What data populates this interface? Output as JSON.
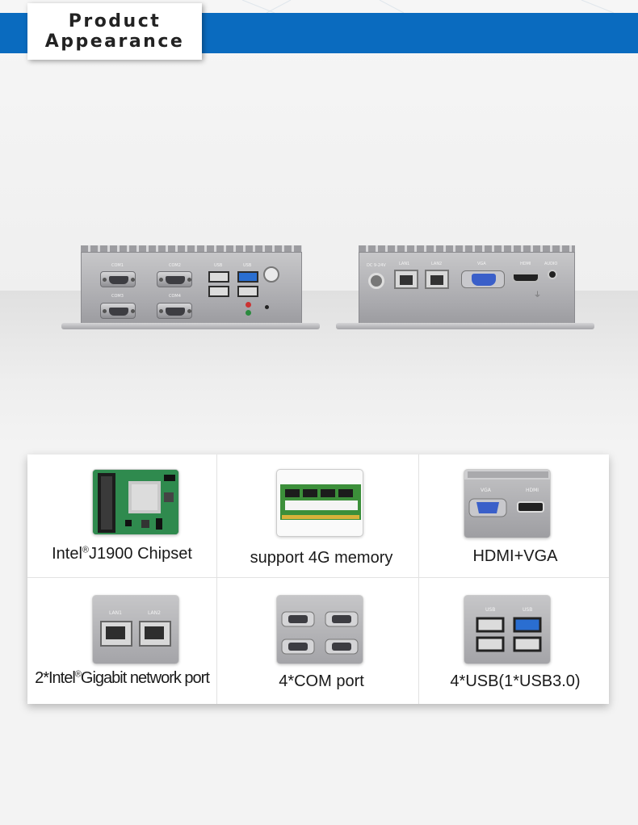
{
  "header": {
    "title_line1": "Product",
    "title_line2": "Appearance",
    "accent": "#0a6bbf"
  },
  "devices": {
    "left": {
      "com1": "COM1",
      "com2": "COM2",
      "com3": "COM3",
      "com4": "COM4",
      "usb_a": "USB",
      "usb_b": "USB"
    },
    "right": {
      "dc": "DC 9-24V",
      "lan1": "LAN1",
      "lan2": "LAN2",
      "vga": "VGA",
      "hdmi": "HDMI",
      "audio": "AUDIO"
    }
  },
  "features": [
    {
      "name": "Intel",
      "mark": "®",
      "rest": "J1900 Chipset",
      "icon": "motherboard-icon"
    },
    {
      "text": "support 4G memory",
      "icon": "ram-module-icon"
    },
    {
      "text": "HDMI+VGA",
      "icon": "hdmi-vga-ports-icon",
      "thumb_labels": {
        "vga": "VGA",
        "hdmi": "HDMI"
      }
    },
    {
      "name": "2*Intel",
      "mark": "®",
      "rest": "Gigabit network port",
      "icon": "lan-ports-icon",
      "thumb_labels": {
        "lan1": "LAN1",
        "lan2": "LAN2"
      }
    },
    {
      "text": "4*COM port",
      "icon": "com-ports-icon"
    },
    {
      "text": "4*USB(1*USB3.0)",
      "icon": "usb-ports-icon",
      "thumb_labels": {
        "usb_a": "USB",
        "usb_b": "USB"
      }
    }
  ],
  "colors": {
    "usb3_blue": "#2a6ed1",
    "vga_blue": "#3a5fc9",
    "pcb_green": "#2f8a4e"
  }
}
